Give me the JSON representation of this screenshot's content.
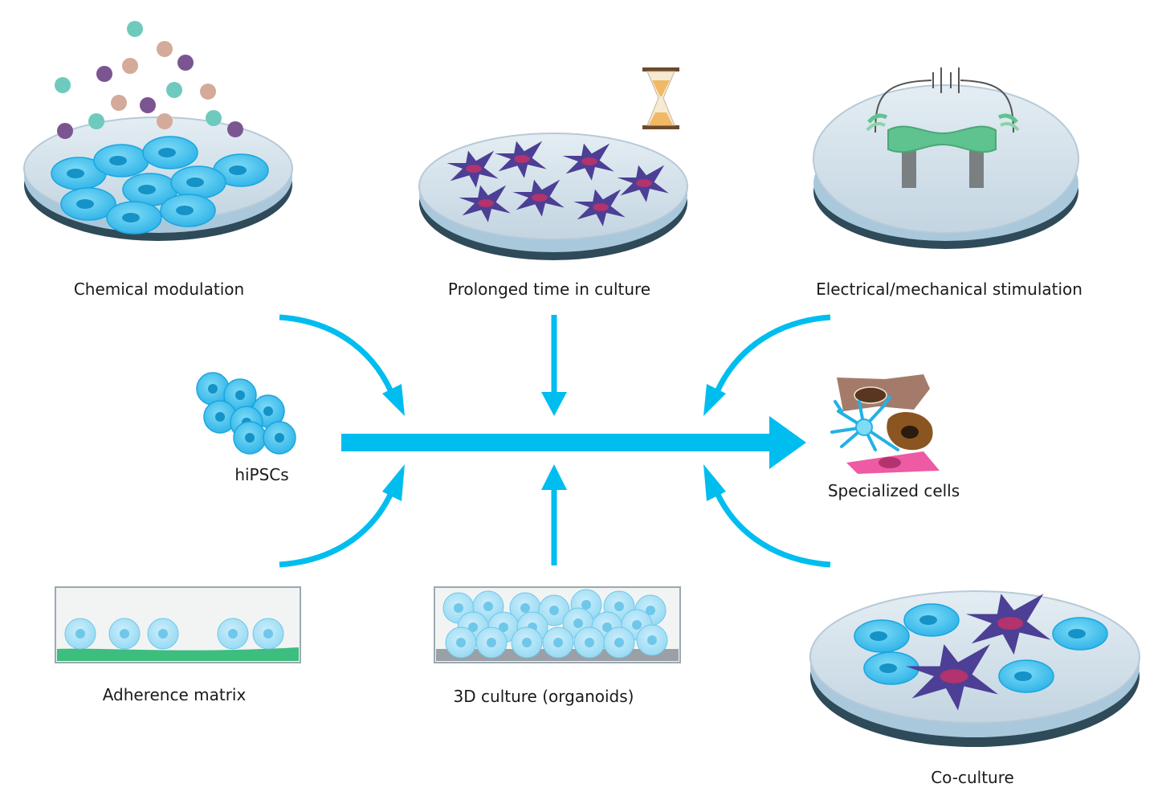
{
  "labels": {
    "chemical": "Chemical modulation",
    "prolonged": "Prolonged time in culture",
    "electrical": "Electrical/mechanical stimulation",
    "hipsc": "hiPSCs",
    "specialized": "Specialized cells",
    "adherence": "Adherence matrix",
    "culture3d": "3D culture (organoids)",
    "coculture": "Co-culture"
  },
  "colors": {
    "arrow": "#00bdef",
    "cell_blue": "#3cc0ee",
    "cell_nucleus": "#1296c8",
    "neuron_purple": "#4c3f95",
    "neuron_nucleus": "#b2336d",
    "dish_liquid": "#cfe1ec",
    "dish_edge": "#2f4a58",
    "matrix_green": "#3dbd7e",
    "dot_teal": "#6fcabe",
    "dot_purple": "#7b5591",
    "dot_tan": "#d4ab9a"
  },
  "icons": [
    "petri-dish",
    "hourglass",
    "battery-circuit",
    "neuron",
    "stem-cell-cluster"
  ]
}
